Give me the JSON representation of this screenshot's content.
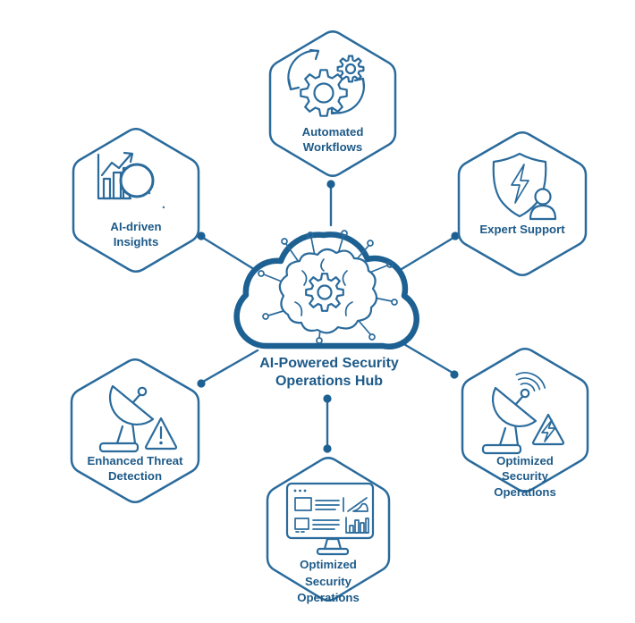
{
  "diagram": {
    "center": {
      "icon": "cloud-brain-gear-icon",
      "label_line1": "AI-Powered Security",
      "label_line2": "Operations Hub"
    },
    "nodes": {
      "automated_workflows": {
        "icon": "gears-sync-icon",
        "line1": "Automated",
        "line2": "Workflows"
      },
      "ai_driven_insights": {
        "icon": "chart-magnifier-icon",
        "line1": "AI-driven",
        "line2": "Insights"
      },
      "expert_support": {
        "icon": "shield-bolt-person-icon",
        "line1": "Expert Support"
      },
      "enhanced_threat_detection": {
        "icon": "satellite-dish-alert-icon",
        "line1": "Enhanced Threat",
        "line2": "Detection"
      },
      "optimized_security_operations_right": {
        "icon": "satellite-dish-signal-alert-icon",
        "line1": "Optimized",
        "line2": "Security",
        "line3": "Operations"
      },
      "optimized_security_operations_bottom": {
        "icon": "dashboard-monitor-icon",
        "line1": "Optimized",
        "line2": "Security",
        "line3": "Operations"
      }
    },
    "colors": {
      "line_blue": "#2a6b9c",
      "accent_blue": "#1d6092",
      "text_blue": "#1d5a88",
      "background": "#ffffff"
    }
  }
}
